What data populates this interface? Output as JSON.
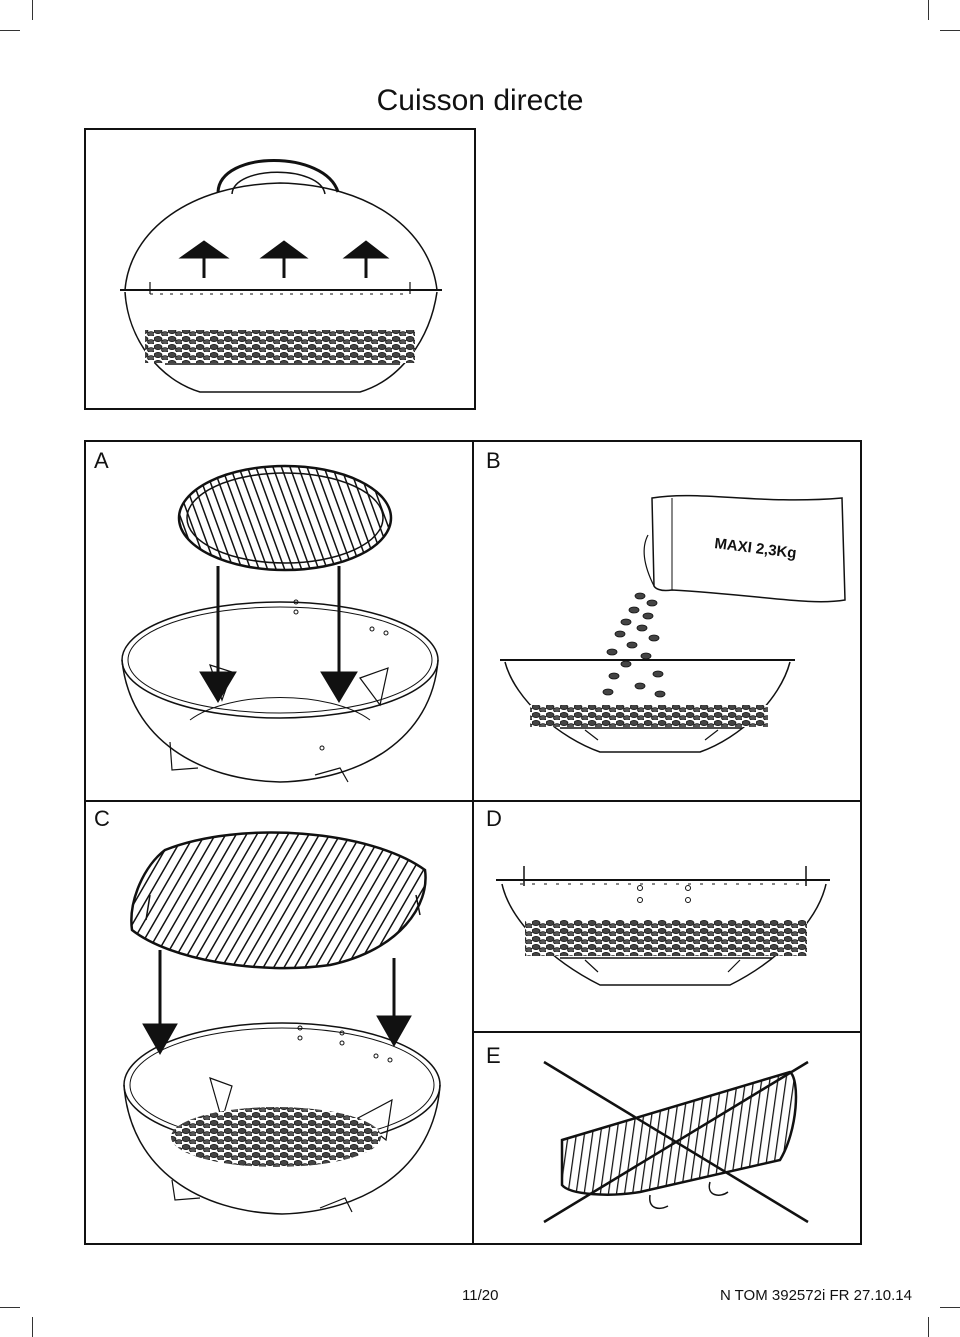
{
  "title": "Cuisson directe",
  "panels": {
    "a": "A",
    "b": "B",
    "c": "C",
    "d": "D",
    "e": "E"
  },
  "bag_label": "MAXI 2,3Kg",
  "footer": {
    "page": "11/20",
    "reference": "N TOM 392572i FR 27.10.14"
  },
  "icons": {
    "up_arrow": "up-arrow-icon",
    "down_arrow": "down-arrow-icon",
    "prohibited_cross": "cross-out-icon"
  },
  "colors": {
    "ink": "#111111",
    "coal": "#444444"
  }
}
